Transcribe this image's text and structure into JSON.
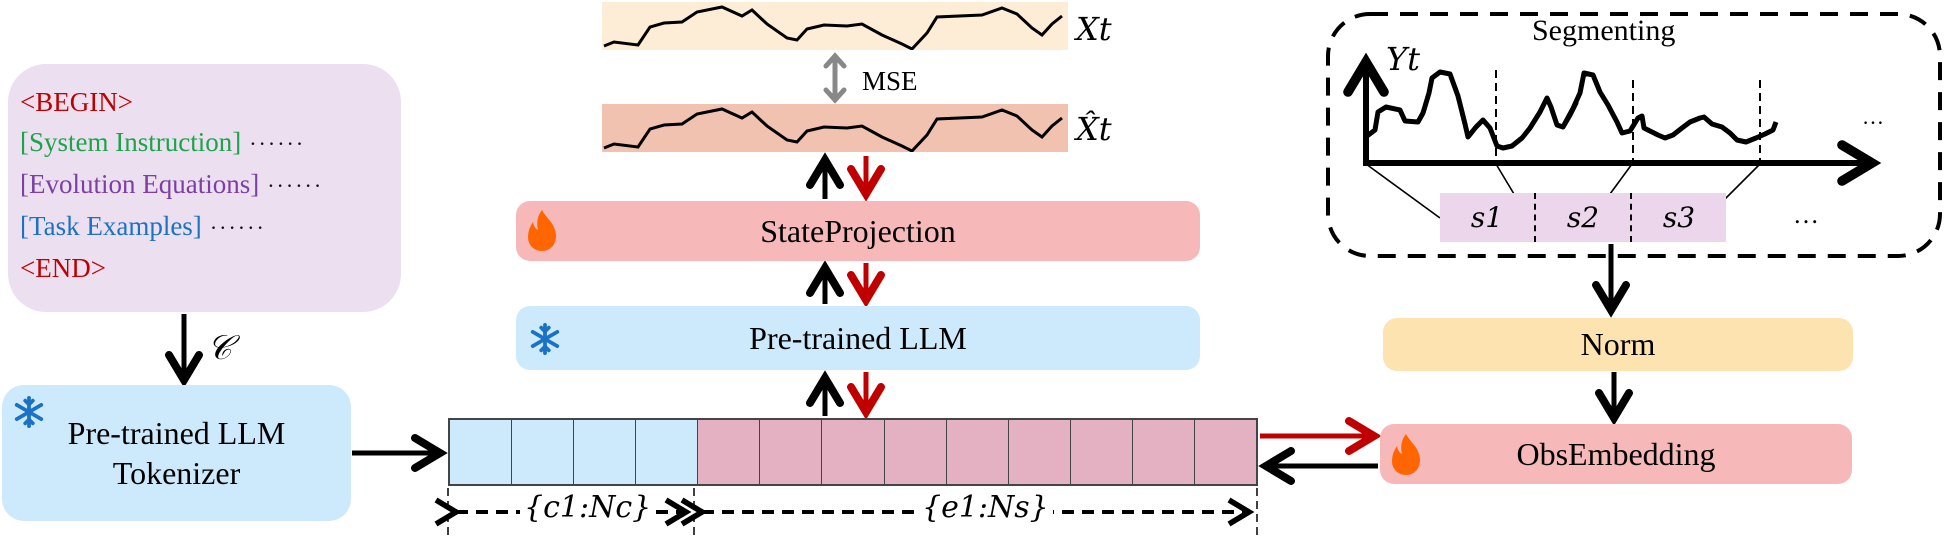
{
  "prompt_box": {
    "begin": "<BEGIN>",
    "system_instruction": "[System Instruction]",
    "evolution_equations": "[Evolution Equations]",
    "task_examples": "[Task Examples]",
    "end": "<END>",
    "ellipsis": "······",
    "colors": {
      "begin_end": "#c00000",
      "system_instruction": "#1aa54a",
      "evolution_equations": "#7b3fa5",
      "task_examples": "#1a72c4"
    }
  },
  "prompt_edge_label": "𝒞",
  "tokenizer": {
    "line1": "Pre-trained LLM",
    "line2": "Tokenizer",
    "icon": "snowflake-icon"
  },
  "token_sequence": {
    "context_token_count": 4,
    "embedding_token_count": 9,
    "context_label": "{c1:Nc}",
    "embedding_label": "{e1:Ns}"
  },
  "pretrained_llm": {
    "label": "Pre-trained LLM",
    "icon": "snowflake-icon"
  },
  "state_projection": {
    "label": "StateProjection",
    "icon": "fire-icon"
  },
  "signals": {
    "target_label": "Xt",
    "prediction_label": "X̂t",
    "loss_label": "MSE"
  },
  "segmenting": {
    "title": "Segmenting",
    "series_label": "Yt",
    "segments": [
      "s1",
      "s2",
      "s3"
    ],
    "ellipsis": "…"
  },
  "norm": {
    "label": "Norm"
  },
  "obs_embedding": {
    "label": "ObsEmbedding",
    "icon": "fire-icon"
  },
  "colors": {
    "frozen_blue": "#cdeafc",
    "trainable_red": "#f6b8b8",
    "norm_yellow": "#fde3b0",
    "prompt_purple": "#ecdff0",
    "gradient_arrow": "#c00000",
    "fire": "#ff6600",
    "snowflake": "#1a72c4"
  }
}
